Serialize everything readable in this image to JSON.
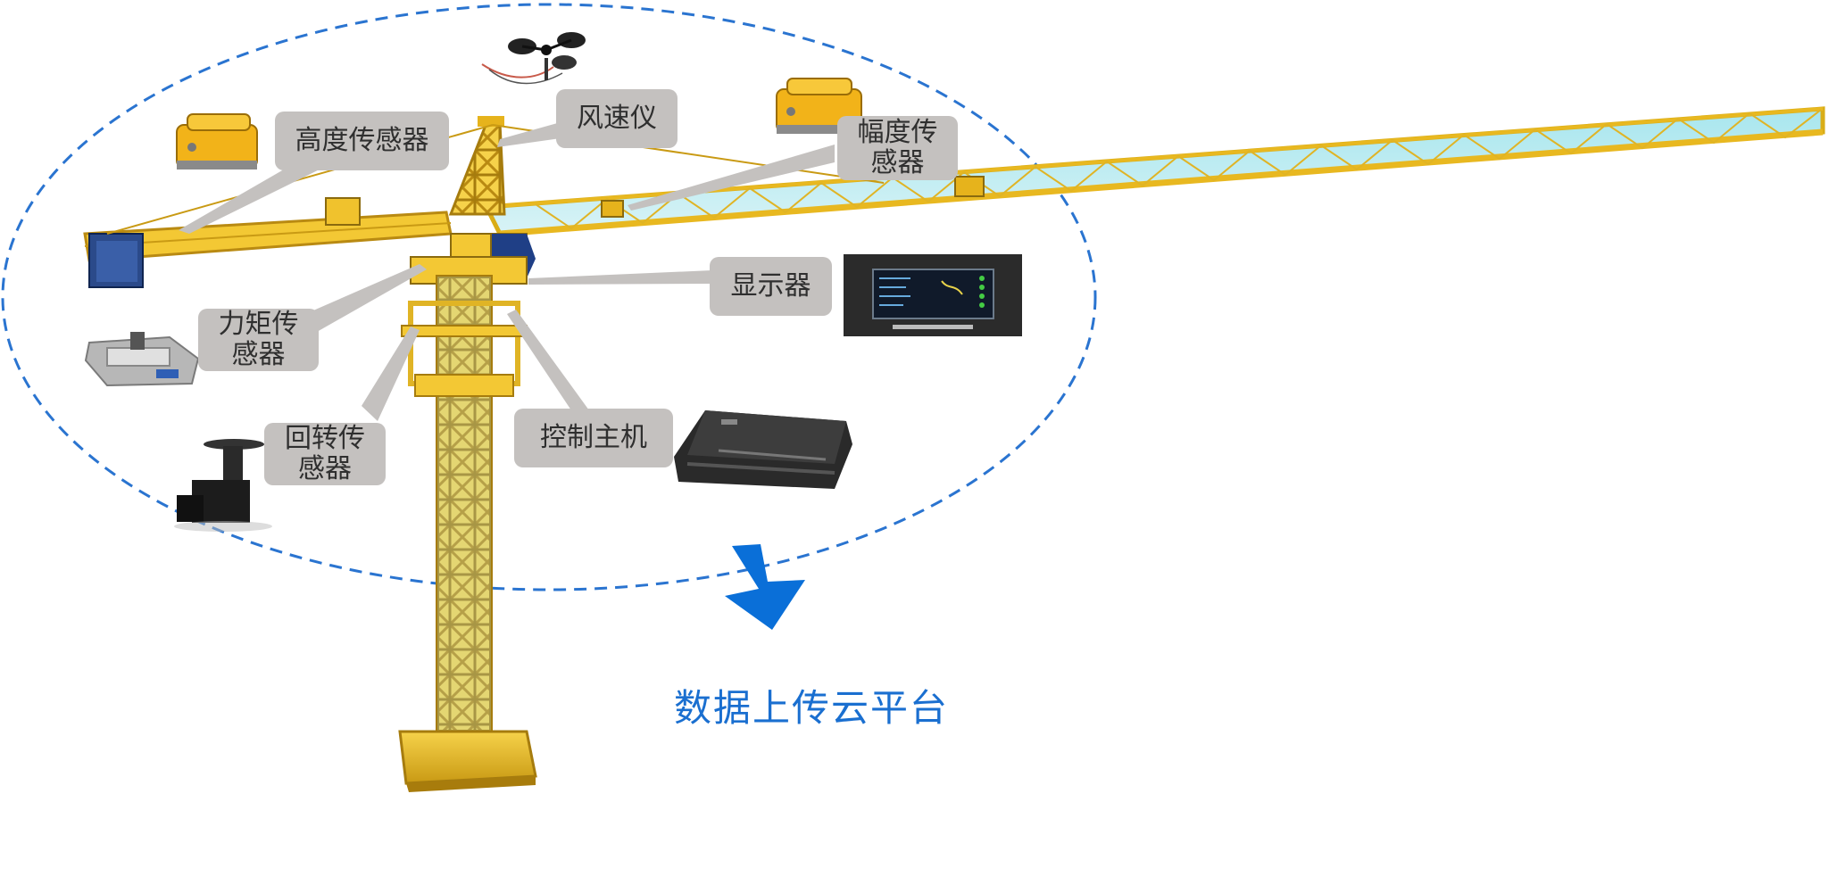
{
  "labels": {
    "height_sensor": "高度传感器",
    "wind_meter": "风速仪",
    "range_sensor": "幅度传\n感器",
    "display": "显示器",
    "torque_sensor": "力矩传\n感器",
    "slewing_sensor": "回转传\n感器",
    "control_host": "控制主机"
  },
  "caption": "数据上传云平台",
  "colors": {
    "crane_yellow": "#f2c12e",
    "crane_dark": "#b8860b",
    "boundary_blue": "#2a74d0",
    "arrow_blue": "#0a6fd8",
    "label_bg": "#c4c1bf"
  },
  "icons": [
    "crane-icon",
    "anemometer-icon",
    "sensor-box-icon",
    "display-device-icon",
    "control-host-icon",
    "torque-sensor-icon",
    "slewing-sensor-icon",
    "down-arrow-icon"
  ]
}
